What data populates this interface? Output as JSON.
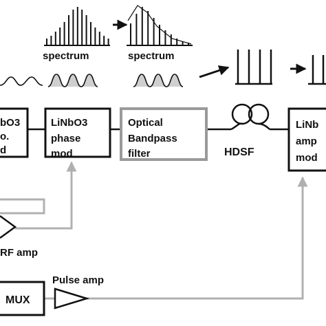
{
  "labels": {
    "spectrum_1": "spectrum",
    "spectrum_2": "spectrum",
    "box_left_line1": "bO3",
    "box_left_line2": "o.",
    "box_left_line3": "d",
    "phase_mod_line1": "LiNbO3",
    "phase_mod_line2": "phase",
    "phase_mod_line3": "mod",
    "bandpass_line1": "Optical",
    "bandpass_line2": "Bandpass",
    "bandpass_line3": "filter",
    "hdsf": "HDSF",
    "box_right_line1": "LiNb",
    "box_right_line2": "amp",
    "box_right_line3": "mod",
    "rf_amp": "RF amp",
    "mux": "MUX",
    "pulse_amp": "Pulse  amp"
  },
  "colors": {
    "ink": "#111111",
    "rf_line": "#b0b0b0",
    "filter_border": "#9a9a9a"
  }
}
